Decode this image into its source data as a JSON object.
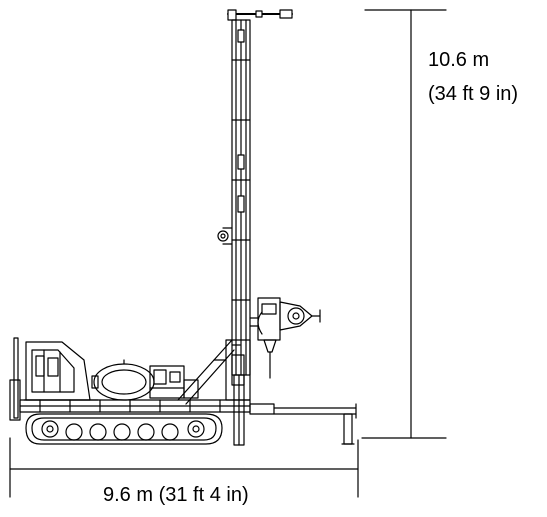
{
  "dimensions": {
    "height_metric": "10.6 m",
    "height_imperial": "(34 ft 9 in)",
    "width_label": "9.6 m (31 ft 4 in)"
  },
  "colors": {
    "line": "#000000",
    "fill": "#ffffff"
  }
}
